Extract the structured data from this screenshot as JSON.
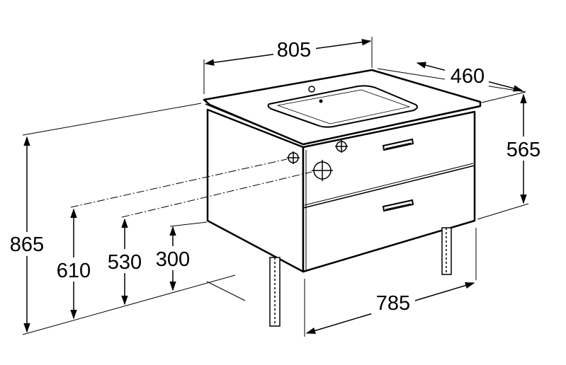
{
  "dimensions": {
    "top_width": "805",
    "depth": "460",
    "vanity_height": "565",
    "total_height": "865",
    "fitting_610": "610",
    "fitting_530": "530",
    "fitting_300": "300",
    "bottom_width": "785"
  },
  "colors": {
    "line": "#000000",
    "background": "#ffffff",
    "basin_fill": "#ffffff"
  }
}
